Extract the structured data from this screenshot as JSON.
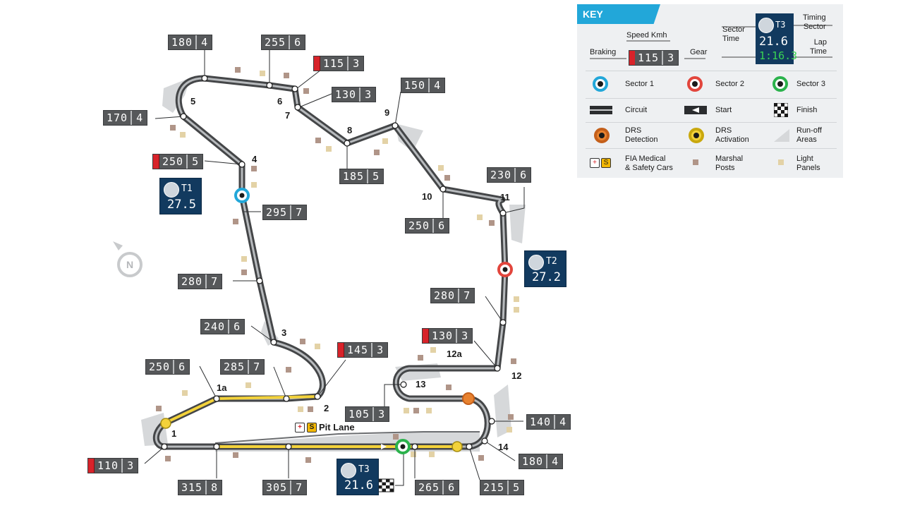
{
  "key": {
    "title": "KEY",
    "braking": "Braking",
    "speed_kmh": "Speed Kmh",
    "gear": "Gear",
    "sample_speed": "115",
    "sample_gear": "3",
    "sector_time": "Sector\nTime",
    "timing_sector": "Timing\nSector",
    "lap_time": "Lap\nTime",
    "sample_sector": "T3",
    "sample_time": "21.6",
    "sample_lap": "1:16.3",
    "sector1": "Sector 1",
    "sector2": "Sector 2",
    "sector3": "Sector 3",
    "circuit": "Circuit",
    "start": "Start",
    "finish": "Finish",
    "drs_detection": "DRS\nDetection",
    "drs_activation": "DRS\nActivation",
    "runoff": "Run-off\nAreas",
    "fia": "FIA Medical\n& Safety Cars",
    "marshal": "Marshal\nPosts",
    "light": "Light\nPanels",
    "colors": {
      "sector1": "#22a7d9",
      "sector2": "#e2453c",
      "sector3": "#2bb24c",
      "drs_detection": "#e8822f",
      "drs_activation": "#f3d23a",
      "marshal": "#b09588",
      "light": "#e3d2a6",
      "braking": "#d8232a"
    }
  },
  "map": {
    "compass": "N",
    "pit_lane": "Pit Lane",
    "turns": [
      "5",
      "6",
      "7",
      "8",
      "9",
      "4",
      "10",
      "11",
      "3",
      "1a",
      "2",
      "1",
      "13",
      "12a",
      "12",
      "14"
    ],
    "speed_boxes": [
      {
        "speed": "180",
        "gear": "4",
        "braking": false
      },
      {
        "speed": "255",
        "gear": "6",
        "braking": false
      },
      {
        "speed": "115",
        "gear": "3",
        "braking": true
      },
      {
        "speed": "130",
        "gear": "3",
        "braking": false
      },
      {
        "speed": "150",
        "gear": "4",
        "braking": false
      },
      {
        "speed": "170",
        "gear": "4",
        "braking": false
      },
      {
        "speed": "250",
        "gear": "5",
        "braking": true
      },
      {
        "speed": "185",
        "gear": "5",
        "braking": false
      },
      {
        "speed": "230",
        "gear": "6",
        "braking": false
      },
      {
        "speed": "295",
        "gear": "7",
        "braking": false
      },
      {
        "speed": "250",
        "gear": "6",
        "braking": false
      },
      {
        "speed": "280",
        "gear": "7",
        "braking": false
      },
      {
        "speed": "280",
        "gear": "7",
        "braking": false
      },
      {
        "speed": "240",
        "gear": "6",
        "braking": false
      },
      {
        "speed": "130",
        "gear": "3",
        "braking": true
      },
      {
        "speed": "145",
        "gear": "3",
        "braking": true
      },
      {
        "speed": "250",
        "gear": "6",
        "braking": false
      },
      {
        "speed": "285",
        "gear": "7",
        "braking": false
      },
      {
        "speed": "105",
        "gear": "3",
        "braking": false
      },
      {
        "speed": "140",
        "gear": "4",
        "braking": false
      },
      {
        "speed": "110",
        "gear": "3",
        "braking": true
      },
      {
        "speed": "180",
        "gear": "4",
        "braking": false
      },
      {
        "speed": "315",
        "gear": "8",
        "braking": false
      },
      {
        "speed": "305",
        "gear": "7",
        "braking": false
      },
      {
        "speed": "265",
        "gear": "6",
        "braking": false
      },
      {
        "speed": "215",
        "gear": "5",
        "braking": false
      }
    ],
    "timing": [
      {
        "sector": "T1",
        "time": "27.5"
      },
      {
        "sector": "T2",
        "time": "27.2"
      },
      {
        "sector": "T3",
        "time": "21.6"
      }
    ]
  }
}
